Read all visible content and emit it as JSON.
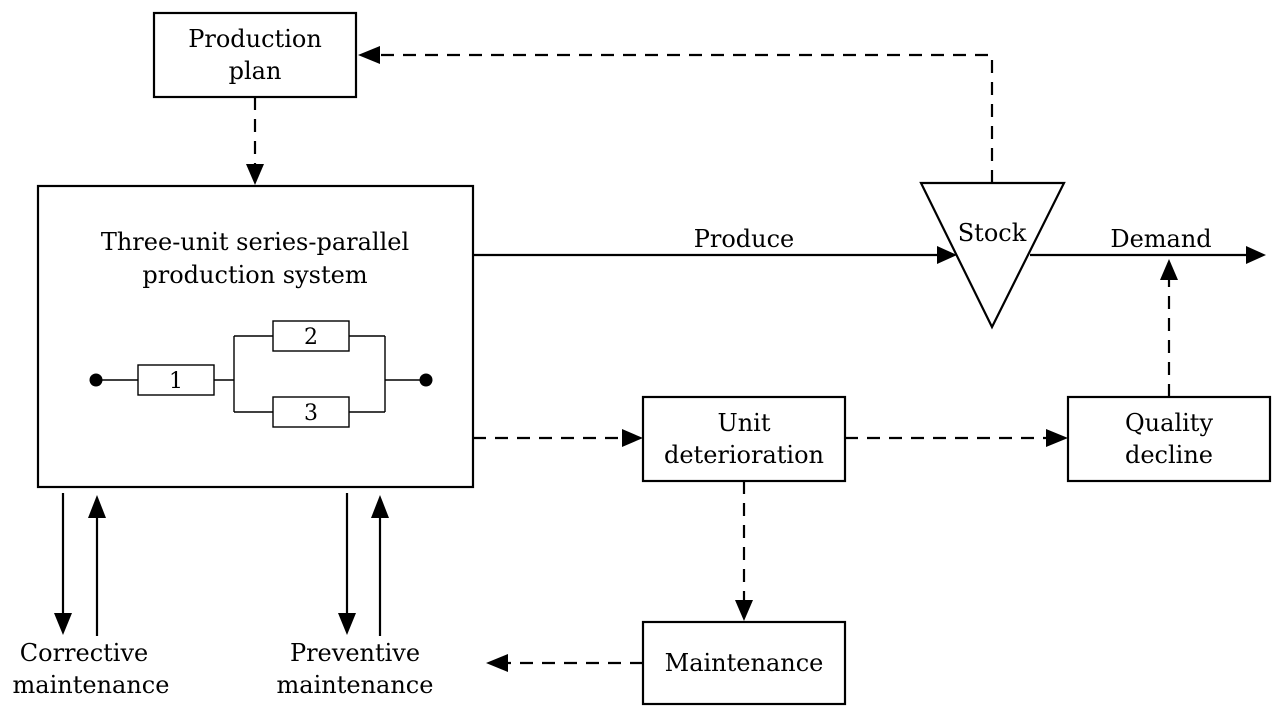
{
  "production_plan": {
    "line1": "Production",
    "line2": "plan"
  },
  "system": {
    "line1": "Three-unit series-parallel",
    "line2": "production system",
    "units": [
      "1",
      "2",
      "3"
    ]
  },
  "stock": {
    "label": "Stock"
  },
  "flows": {
    "produce": "Produce",
    "demand": "Demand"
  },
  "unit_deterioration": {
    "line1": "Unit",
    "line2": "deterioration"
  },
  "quality_decline": {
    "line1": "Quality",
    "line2": "decline"
  },
  "maintenance": {
    "label": "Maintenance"
  },
  "corrective_maintenance": {
    "line1": "Corrective",
    "line2": "maintenance"
  },
  "preventive_maintenance": {
    "line1": "Preventive",
    "line2": "maintenance"
  }
}
